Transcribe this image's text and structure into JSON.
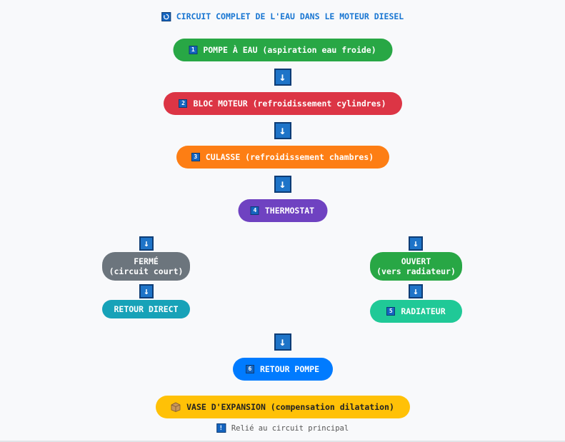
{
  "title": {
    "text": "CIRCUIT COMPLET DE L'EAU DANS LE MOTEUR DIESEL",
    "icon": "cycle-icon"
  },
  "steps": {
    "pump": {
      "num": "1",
      "label": "POMPE À EAU (aspiration eau froide)",
      "color": "#28a745"
    },
    "block": {
      "num": "2",
      "label": "BLOC MOTEUR (refroidissement cylindres)",
      "color": "#dc3545"
    },
    "head": {
      "num": "3",
      "label": "CULASSE (refroidissement chambres)",
      "color": "#fd7e14"
    },
    "thermostat": {
      "num": "4",
      "label": "THERMOSTAT",
      "color": "#6f42c1"
    },
    "radiator": {
      "num": "5",
      "label": "RADIATEUR",
      "color": "#20c997"
    },
    "return": {
      "num": "6",
      "label": "RETOUR POMPE",
      "color": "#007bff"
    }
  },
  "branches": {
    "closed": {
      "line1": "FERMÉ",
      "line2": "(circuit court)",
      "color": "#6c757d"
    },
    "direct": {
      "label": "RETOUR DIRECT",
      "color": "#17a2b8"
    },
    "open": {
      "line1": "OUVERT",
      "line2": "(vers radiateur)",
      "color": "#28a745"
    }
  },
  "expansion": {
    "label": "VASE D'EXPANSION (compensation dilatation)",
    "color": "#ffc107",
    "icon": "box-icon"
  },
  "note": {
    "text": "Relié au circuit principal",
    "icon": "info-icon"
  },
  "arrow_glyph": "↓"
}
